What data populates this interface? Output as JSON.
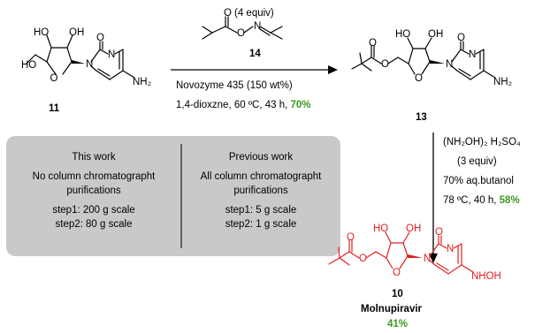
{
  "reagent": {
    "equiv": "(4 equiv)",
    "label": "14",
    "O1": "O",
    "O2": "O",
    "N": "N"
  },
  "step1": {
    "line1": "Novozyme 435 (150 wt%)",
    "line2_prefix": "1,4-dioxzne, 60 ºC, 43 h, ",
    "yield": "70%"
  },
  "step2": {
    "line1": "(NH₂OH)₂ H₂SO₄",
    "line2": "(3 equiv)",
    "line3": "70% aq.butanol",
    "line4_prefix": "78 ºC, 40 h, ",
    "yield": "58%"
  },
  "compound11": {
    "label": "11",
    "HO_primary": "HO",
    "HO_left": "HO",
    "OH_right": "OH",
    "O_ring": "O",
    "N1": "N",
    "N3": "N",
    "O_carbonyl": "O",
    "NH2": "NH₂"
  },
  "compound13": {
    "label": "13",
    "O_carbonyl": "O",
    "O_ester": "O",
    "O_ring": "O",
    "HO_left": "HO",
    "OH_right": "OH",
    "N1": "N",
    "N3": "N",
    "O_c2": "O",
    "NH2": "NH₂"
  },
  "compound10": {
    "label": "10",
    "name": "Molnupiravir",
    "yield": "41%",
    "O_carbonyl": "O",
    "O_ester": "O",
    "O_ring": "O",
    "HO_left": "HO",
    "OH_right": "OH",
    "N1": "N",
    "N3": "N",
    "O_c2": "O",
    "NHOH": "NHOH"
  },
  "comparison": {
    "this_work": {
      "title": "This work",
      "line1": "No column chromatographt",
      "line2": "purifications",
      "step1": "step1: 200 g scale",
      "step2": "step2: 80 g scale"
    },
    "previous_work": {
      "title": "Previous work",
      "line1": "All column chromatographt",
      "line2": "purifications",
      "step1": "step1: 5 g scale",
      "step2": "step2: 1 g scale"
    }
  },
  "colors": {
    "product": "#e02020",
    "yield": "#3a9a23",
    "panel": "#c9c9c9"
  }
}
